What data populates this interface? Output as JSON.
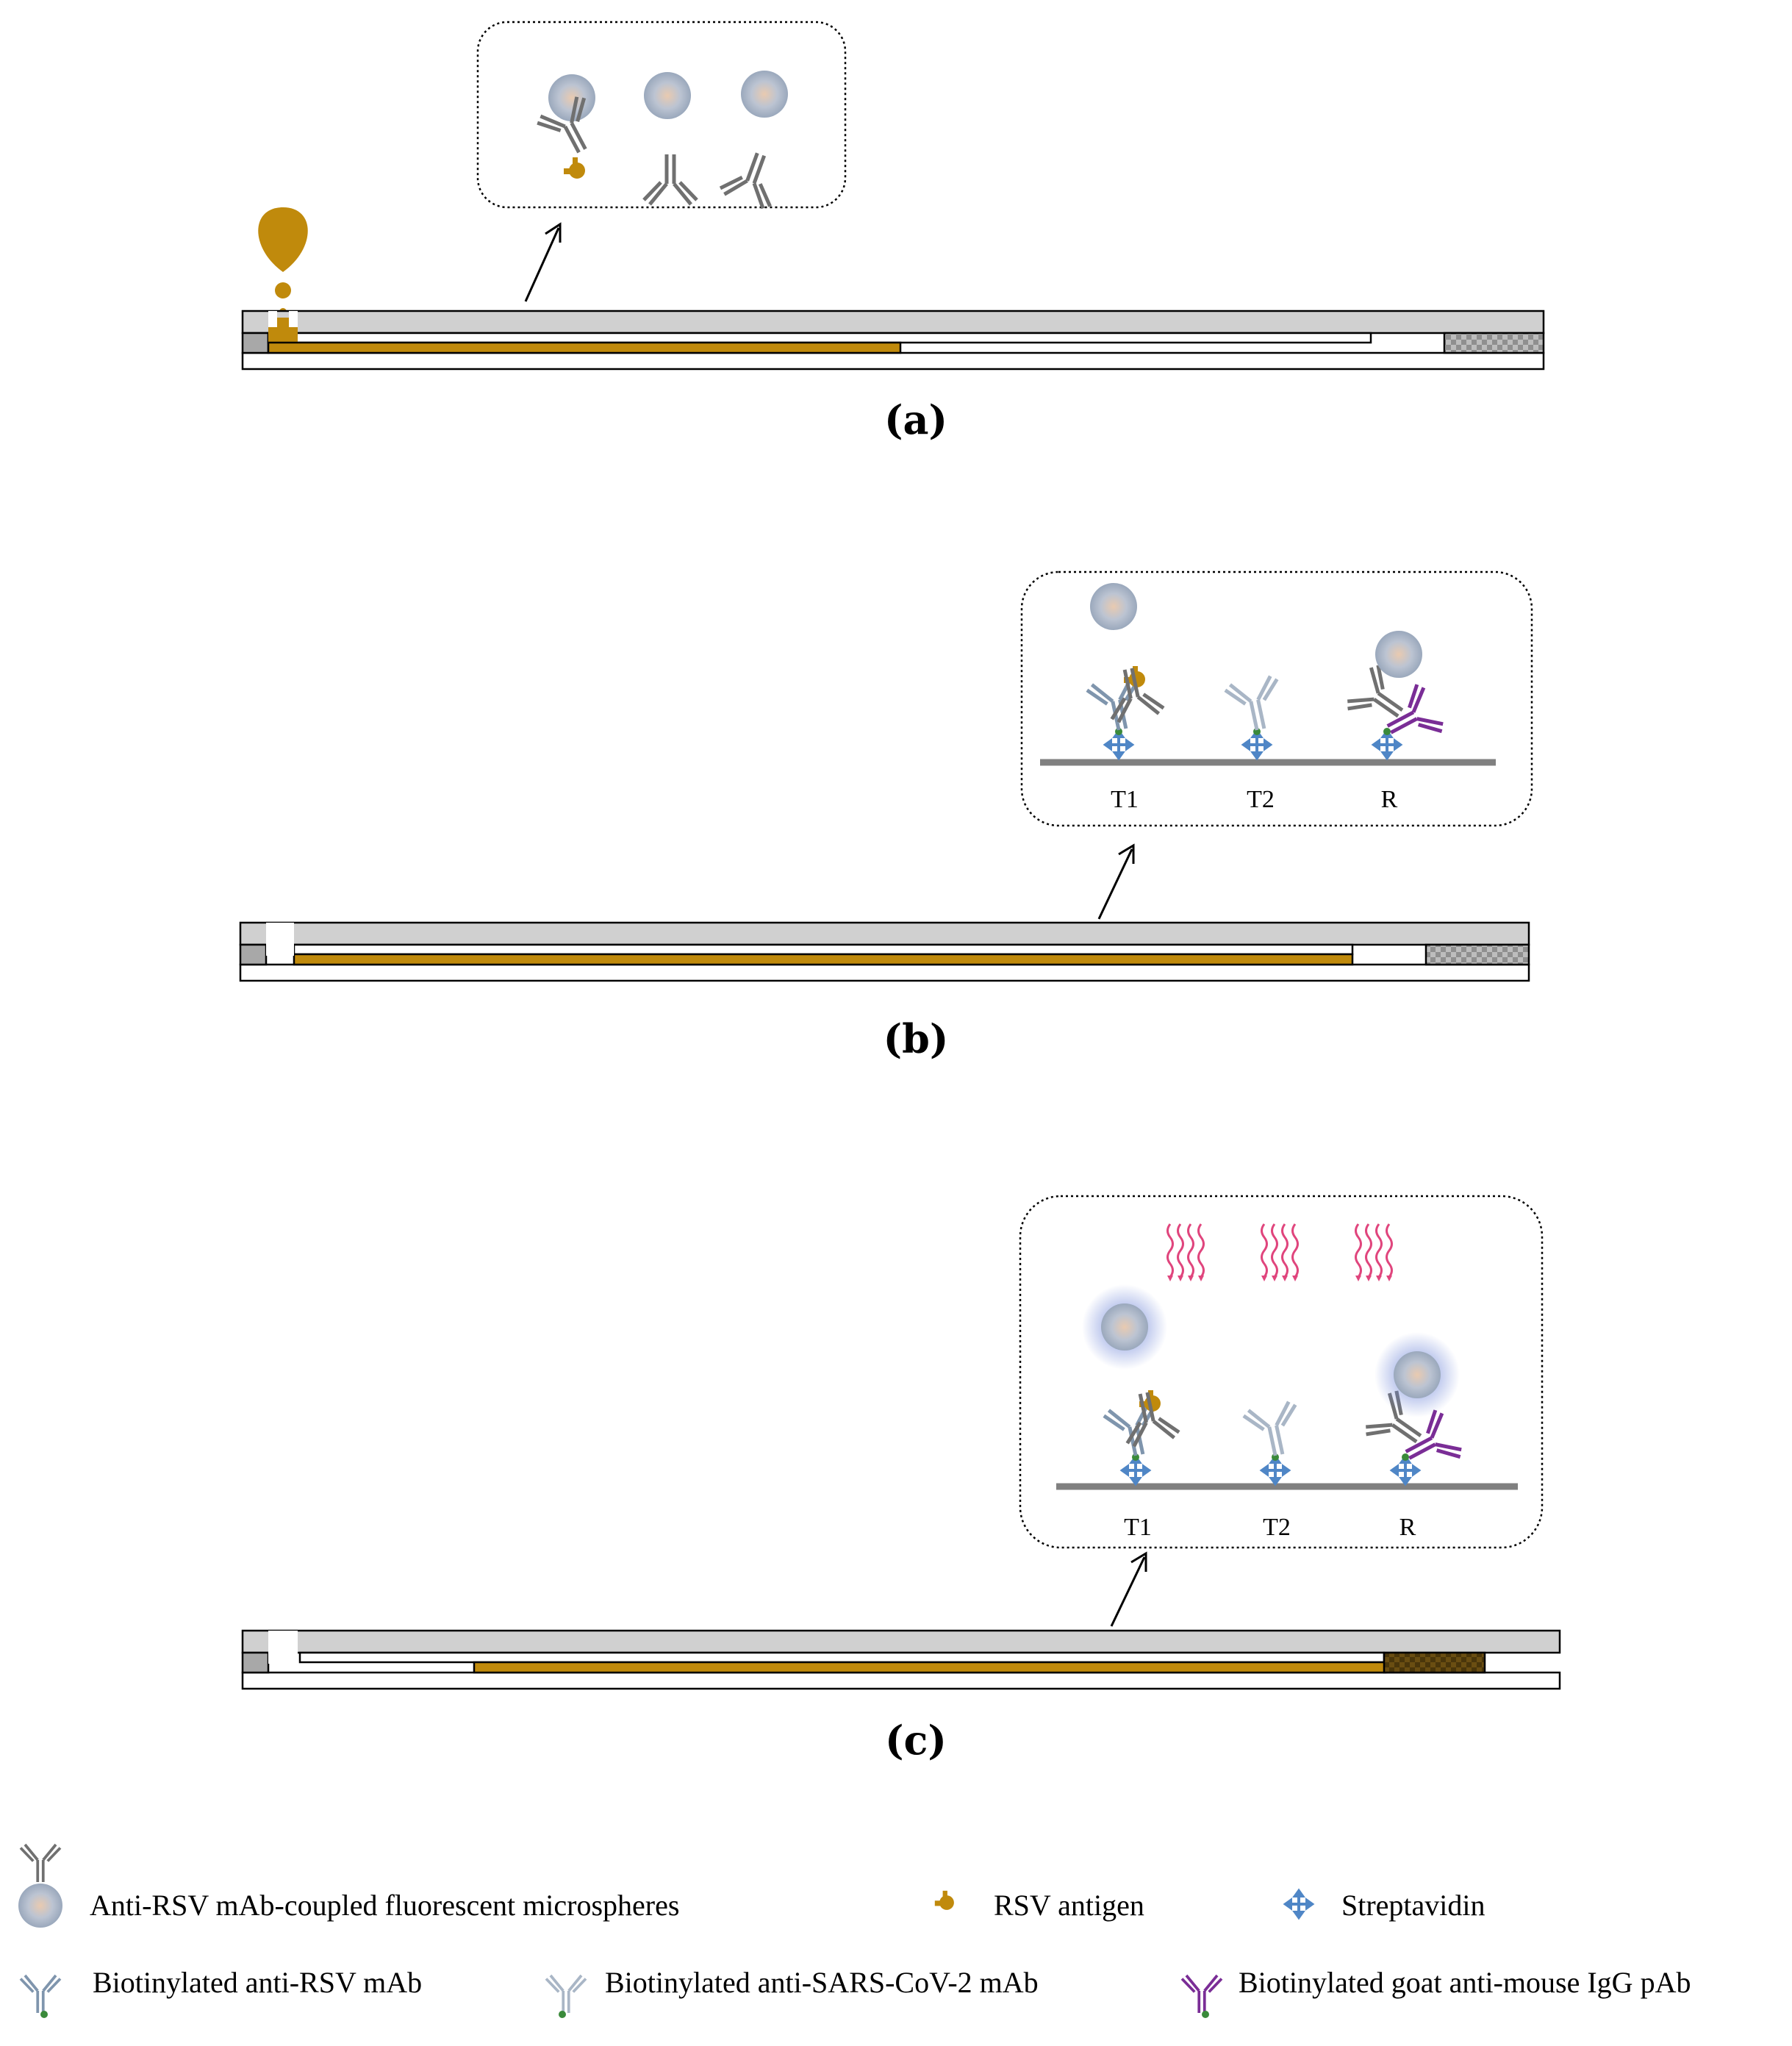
{
  "panels": [
    {
      "label": "(a)"
    },
    {
      "label": "(b)",
      "zones": [
        "T1",
        "T2",
        "R"
      ]
    },
    {
      "label": "(c)",
      "zones": [
        "T1",
        "T2",
        "R"
      ]
    }
  ],
  "legend": {
    "microspheres": "Anti-RSV mAb-coupled fluorescent microspheres",
    "antigen": "RSV antigen",
    "streptavidin": "Streptavidin",
    "bio_anti_rsv": "Biotinylated anti-RSV mAb",
    "bio_anti_sars": "Biotinylated anti-SARS-CoV-2 mAb",
    "bio_goat": "Biotinylated goat anti-mouse IgG pAb"
  },
  "colors": {
    "sample": "#c08a0c",
    "antibody_dark": "#707070",
    "antibody_blue": "#7f95ad",
    "antibody_light": "#a9b6c6",
    "antibody_purple": "#7a2d96",
    "streptavidin": "#4f86c6",
    "fluorescence": "#e0457d",
    "strip_gray": "#d0d0d0"
  }
}
